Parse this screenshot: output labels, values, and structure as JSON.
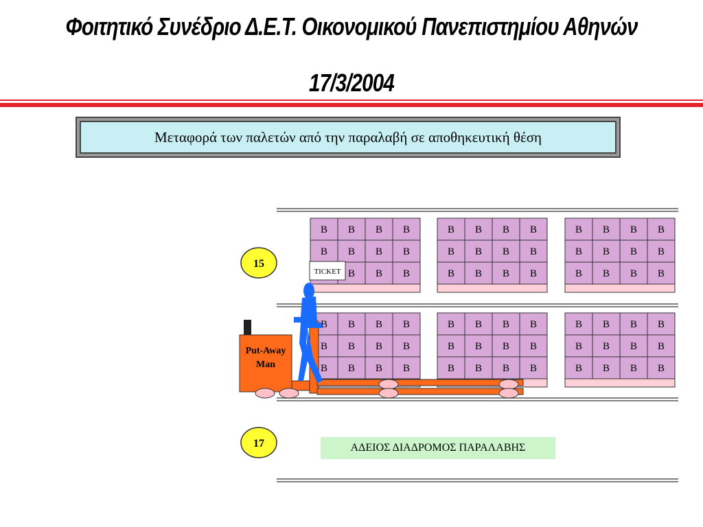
{
  "header": {
    "title_line1": "Φοιτητικό Συνέδριο Δ.Ε.Τ. Οικονομικού Πανεπιστημίου Αθηνών",
    "title_line2": "17/3/2004",
    "accent_color": "#e8202a"
  },
  "caption": "Μεταφορά των παλετών από την παραλαβή σε αποθηκευτική θέση",
  "aisles": [
    "15",
    "17"
  ],
  "pallet_label": "B",
  "ticket_label": "TICKET",
  "forklift_label": [
    "Put-Away",
    "Man"
  ],
  "empty_aisle_label": "ΑΔΕΙΟΣ ΔΙΑΔΡΟΜΟΣ ΠΑΡΑΛΑΒΗΣ",
  "colors": {
    "pallet": "#d8a8d8",
    "pallet_base": "#ffd0d8",
    "forklift": "#ff6a1a",
    "worker": "#1a6cff",
    "aisle_badge": "#ffff33",
    "wheel": "#ffc0c8"
  }
}
